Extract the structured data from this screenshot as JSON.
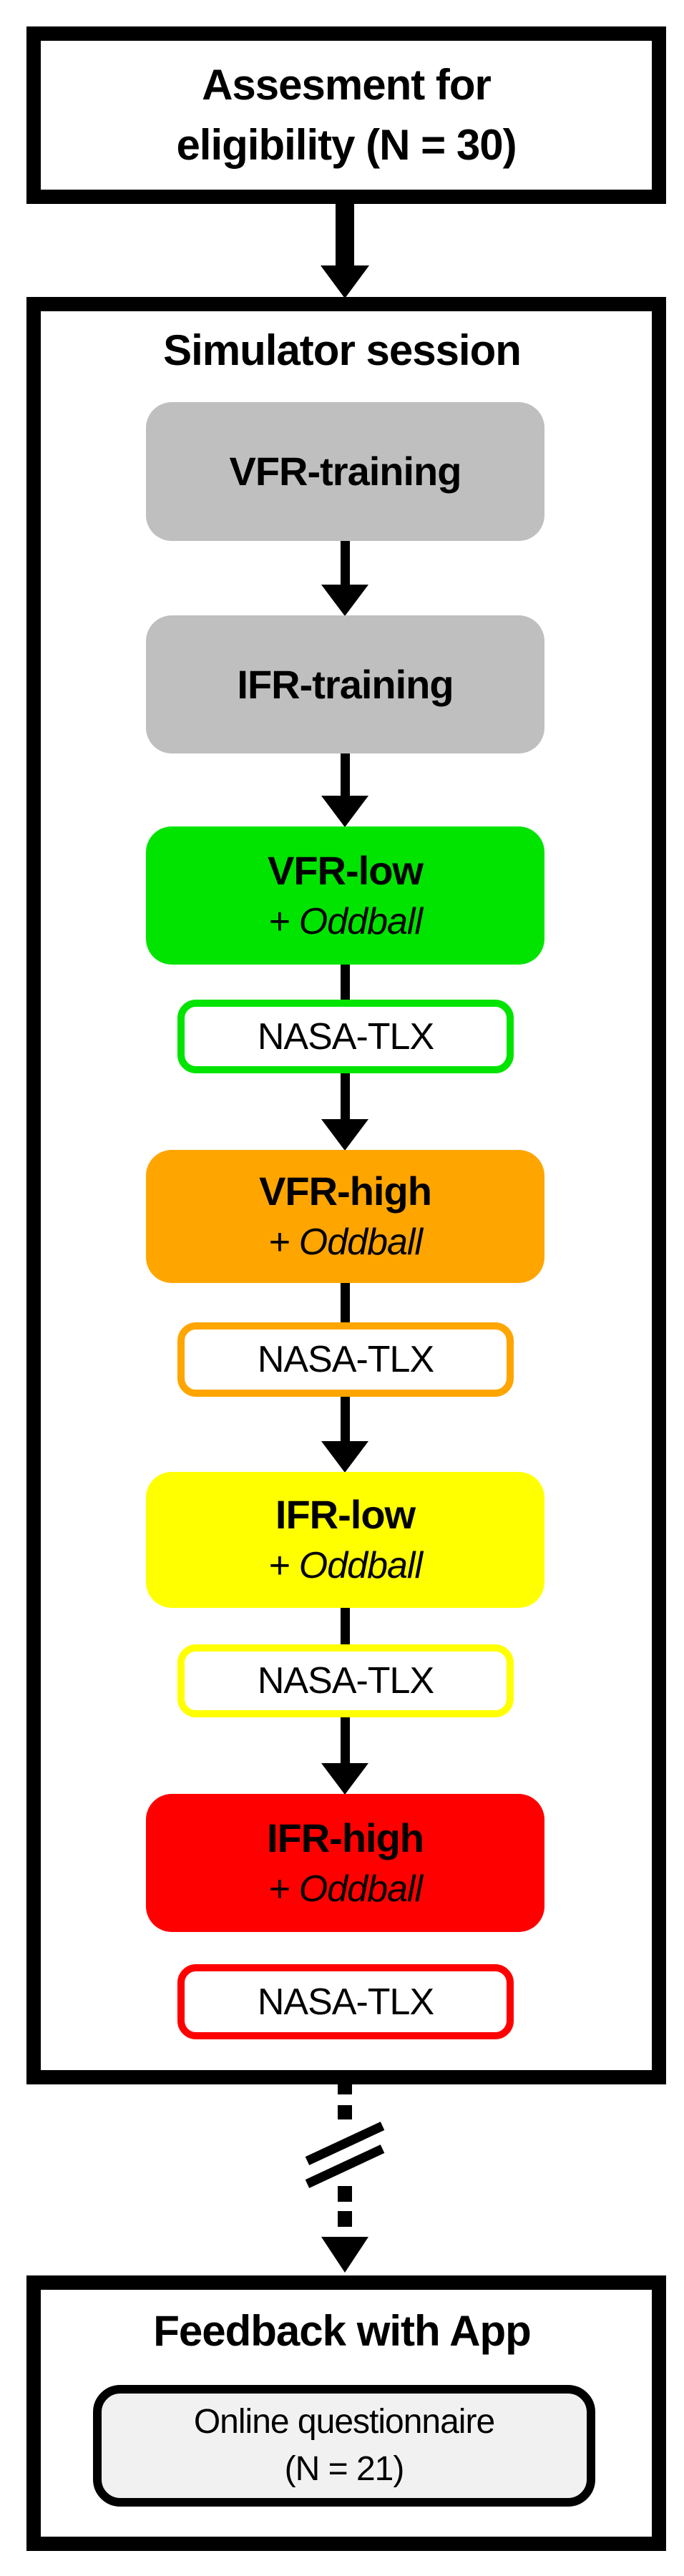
{
  "assessment_box": {
    "line1": "Assesment for",
    "line2": "eligibility (N = 30)"
  },
  "simulator": {
    "title": "Simulator session",
    "trainings": [
      {
        "label": "VFR-training",
        "fill": "#BFBFBF"
      },
      {
        "label": "IFR-training",
        "fill": "#BFBFBF"
      }
    ],
    "conditions": [
      {
        "label": "VFR-low",
        "sublabel": "+ Oddball",
        "nasa_label": "NASA-TLX",
        "color": "#00E400"
      },
      {
        "label": "VFR-high",
        "sublabel": "+ Oddball",
        "nasa_label": "NASA-TLX",
        "color": "#FFA500"
      },
      {
        "label": "IFR-low",
        "sublabel": "+ Oddball",
        "nasa_label": "NASA-TLX",
        "color": "#FFFF00"
      },
      {
        "label": "IFR-high",
        "sublabel": "+ Oddball",
        "nasa_label": "NASA-TLX",
        "color": "#FF0000"
      }
    ]
  },
  "feedback_box": {
    "title": "Feedback with App",
    "questionnaire": {
      "line1": "Online questionnaire",
      "line2": "(N = 21)",
      "fill": "#F1F1F1"
    }
  },
  "colors": {
    "outline": "#000000",
    "arrow": "#000000",
    "training_gray": "#BFBFBF",
    "background": "#FFFFFF"
  }
}
